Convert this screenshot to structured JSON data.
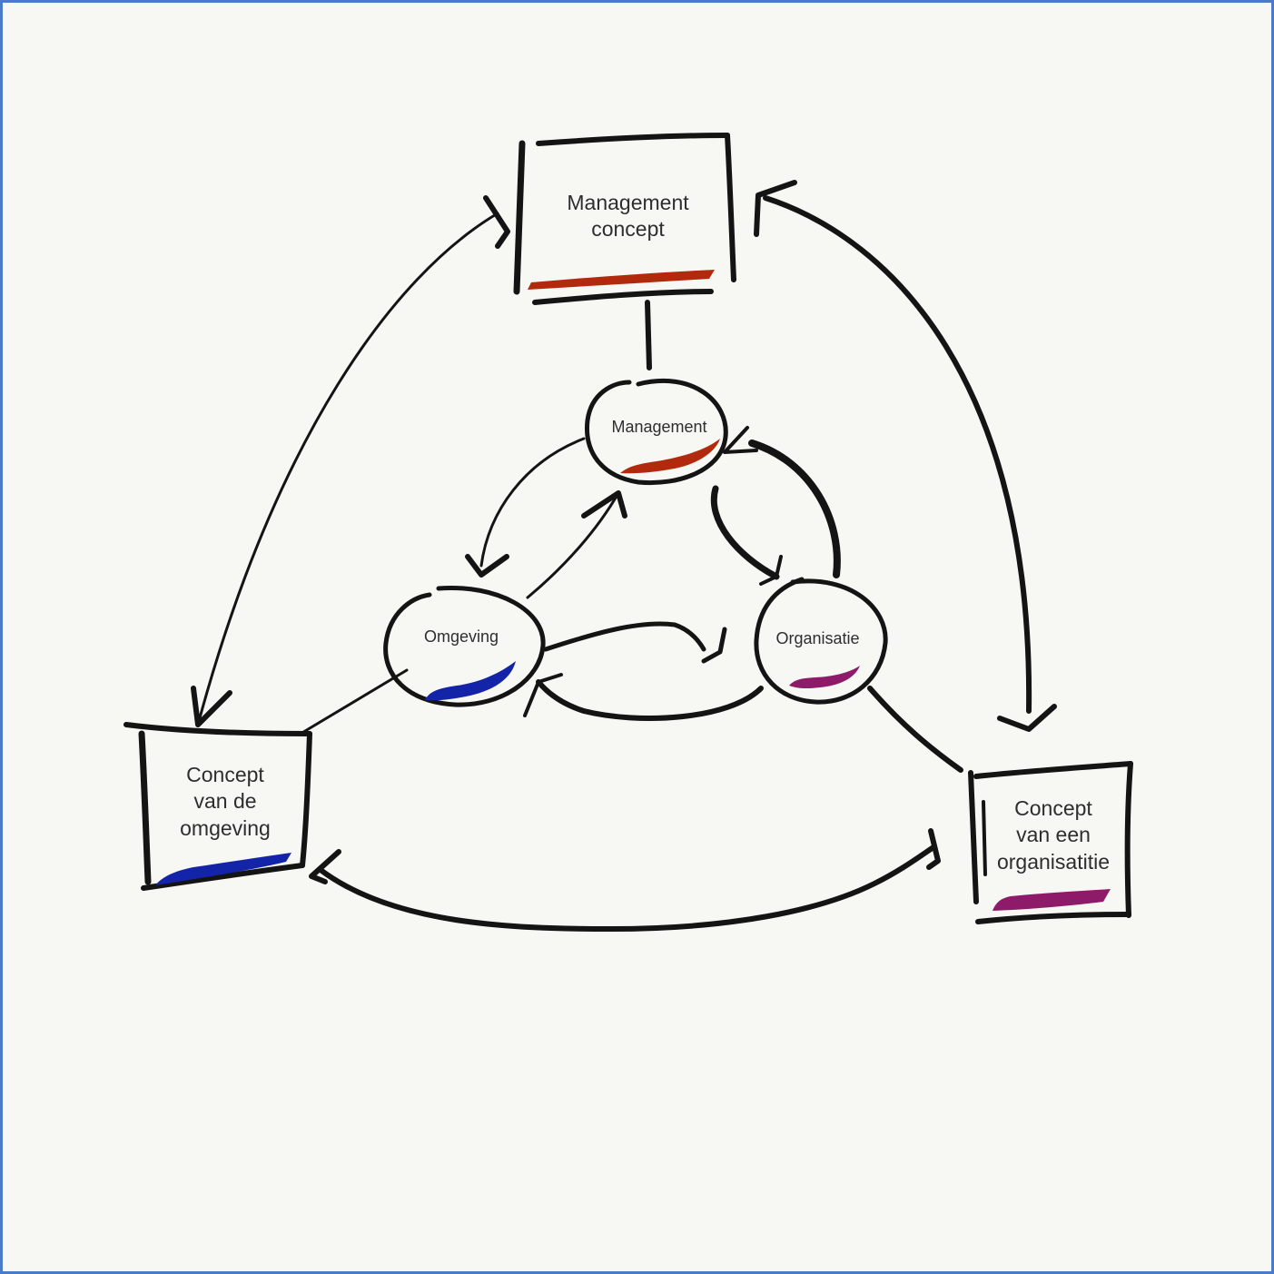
{
  "colors": {
    "management": "#b12a0e",
    "omgeving": "#1424a8",
    "organisatie": "#8e1a6a",
    "ink": "#141414",
    "border": "#4a7bc8",
    "background": "#f7f7f3"
  },
  "boxes": {
    "management_concept": {
      "label": "Management\nconcept"
    },
    "concept_omgeving": {
      "label": "Concept\nvan de\nomgeving"
    },
    "concept_organisatie": {
      "label": "Concept\nvan een\norganisatitie"
    }
  },
  "circles": {
    "management": {
      "label": "Management"
    },
    "omgeving": {
      "label": "Omgeving"
    },
    "organisatie": {
      "label": "Organisatie"
    }
  },
  "connections": [
    {
      "from": "Management concept",
      "to": "Concept van de omgeving",
      "type": "bidirectional-arrow"
    },
    {
      "from": "Management concept",
      "to": "Concept van een organisatitie",
      "type": "bidirectional-arrow"
    },
    {
      "from": "Concept van de omgeving",
      "to": "Concept van een organisatitie",
      "type": "bidirectional-arrow"
    },
    {
      "from": "Management concept",
      "to": "Management",
      "type": "line"
    },
    {
      "from": "Management",
      "to": "Omgeving",
      "type": "arrow"
    },
    {
      "from": "Omgeving",
      "to": "Management",
      "type": "arrow"
    },
    {
      "from": "Management",
      "to": "Organisatie",
      "type": "arrow"
    },
    {
      "from": "Organisatie",
      "to": "Management",
      "type": "arrow"
    },
    {
      "from": "Omgeving",
      "to": "Organisatie",
      "type": "arrow"
    },
    {
      "from": "Organisatie",
      "to": "Omgeving",
      "type": "arrow"
    },
    {
      "from": "Omgeving",
      "to": "Concept van de omgeving",
      "type": "line"
    },
    {
      "from": "Organisatie",
      "to": "Concept van een organisatitie",
      "type": "line"
    }
  ]
}
